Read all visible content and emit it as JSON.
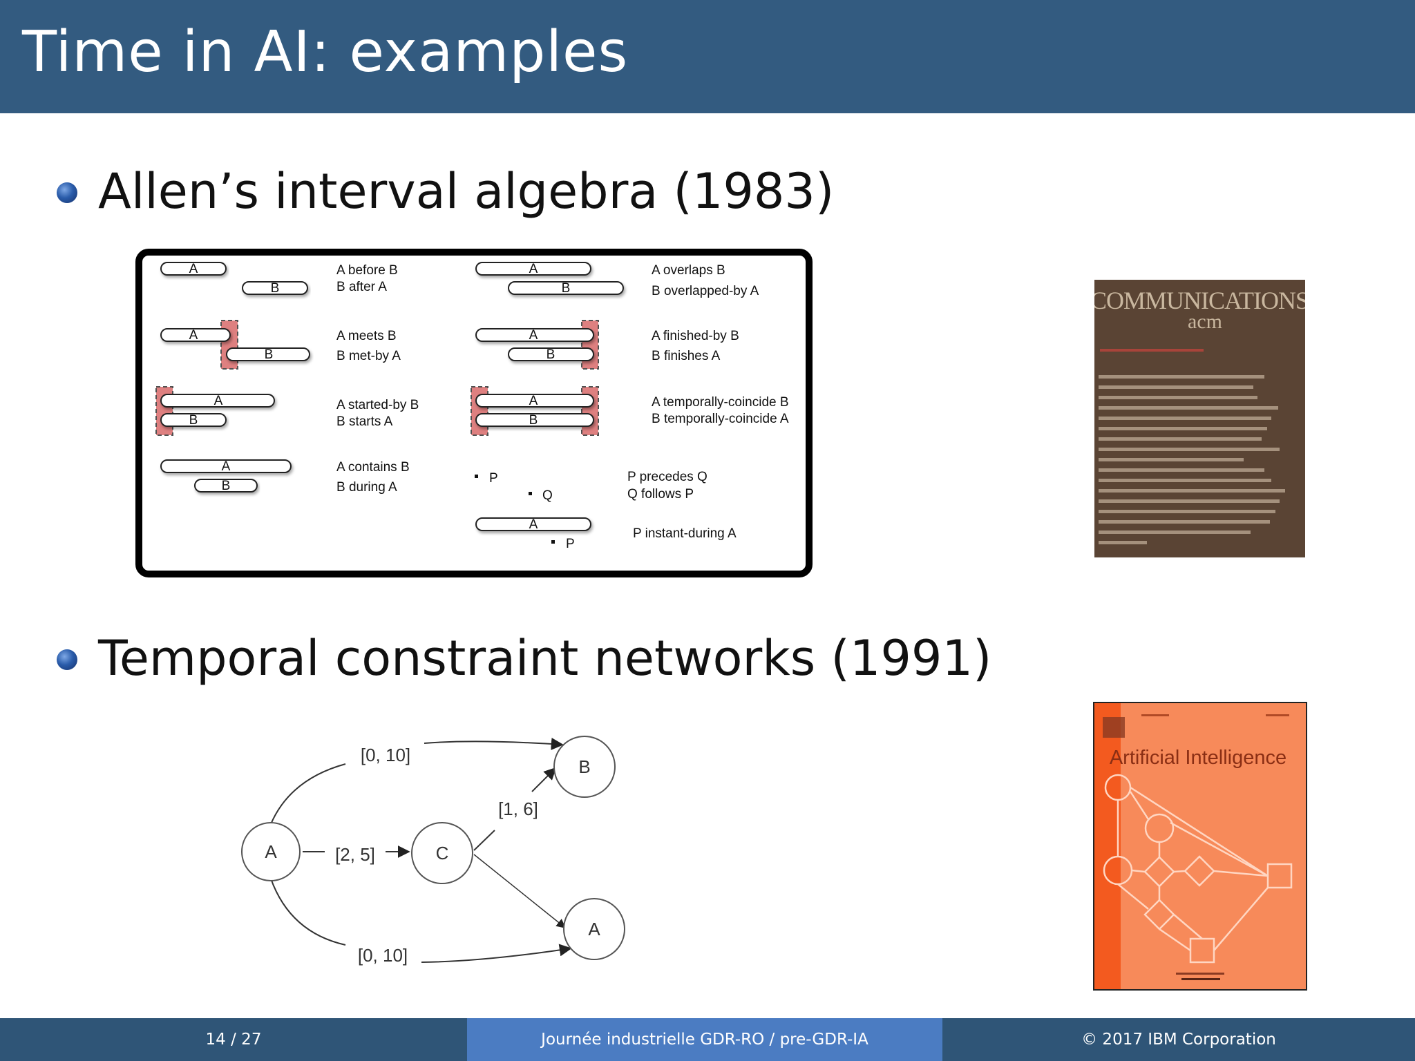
{
  "slide": {
    "title": "Time in AI: examples",
    "colors": {
      "header": "#335b80",
      "footer_dark": "#2f5577",
      "footer_mid": "#4b7cc2"
    }
  },
  "bullets": [
    {
      "text": "Allen’s interval algebra (1983)"
    },
    {
      "text": "Temporal constraint networks (1991)"
    }
  ],
  "allen_figure": {
    "relations": [
      {
        "label1": "A before B",
        "label2": "B after A"
      },
      {
        "label1": "A overlaps B",
        "label2": "B overlapped-by A"
      },
      {
        "label1": "A meets B",
        "label2": "B met-by A"
      },
      {
        "label1": "A finished-by B",
        "label2": "B finishes A"
      },
      {
        "label1": "A started-by B",
        "label2": "B starts A"
      },
      {
        "label1": "A temporally-coincide B",
        "label2": "B temporally-coincide A"
      },
      {
        "label1": "A contains B",
        "label2": "B during A"
      },
      {
        "label1": "P precedes Q",
        "label2": "Q follows P"
      },
      {
        "label1": "P instant-during A"
      }
    ],
    "bar_a": "A",
    "bar_b": "B",
    "point_p": "P",
    "point_q": "Q"
  },
  "tcn_figure": {
    "nodes": {
      "a": "A",
      "b": "B",
      "c": "C",
      "a2": "A"
    },
    "edges": {
      "a_b": "[0, 10]",
      "a_c": "[2, 5]",
      "c_b": "[1, 6]",
      "a_a2": "[0, 10]"
    }
  },
  "cover_cacm": {
    "title": "COMMUNICATIONS",
    "subtitle": "acm",
    "bg": "#5a4434"
  },
  "cover_aij": {
    "title": "Artificial Intelligence",
    "bg": "#f78a5a"
  },
  "footer": {
    "page": "14 / 27",
    "event": "Journée industrielle GDR-RO / pre-GDR-IA",
    "copyright": "© 2017 IBM Corporation"
  }
}
